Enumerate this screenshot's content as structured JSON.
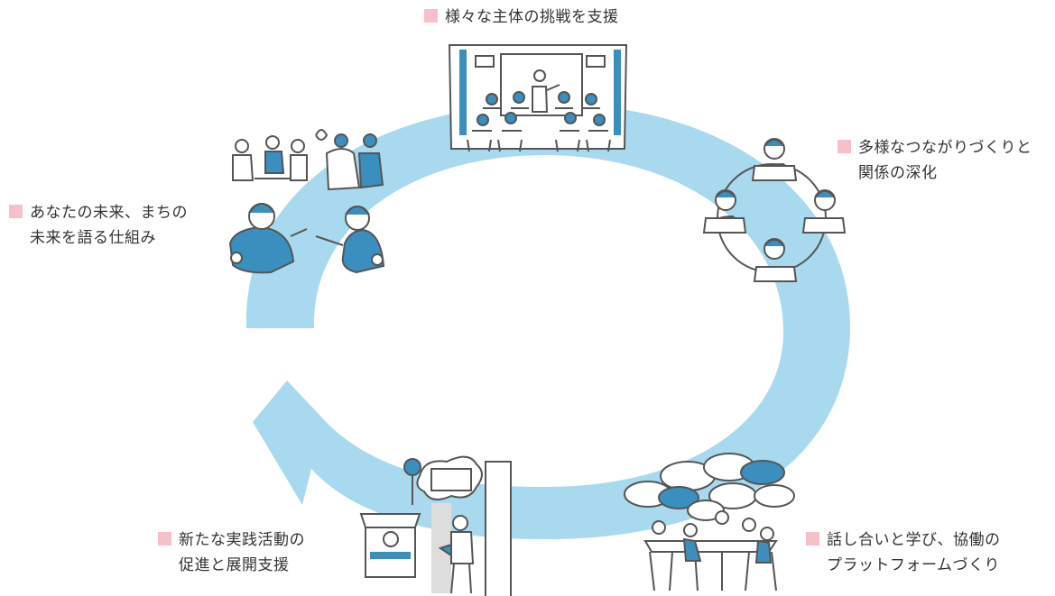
{
  "diagram": {
    "colors": {
      "cycle_arrow": "#a9d9ee",
      "bullet": "#f6c0ca",
      "accent_blue": "#3a8fbf",
      "line": "#555555"
    },
    "labels": {
      "top": {
        "line1": "様々な主体の挑戦を支援"
      },
      "right": {
        "line1": "多様なつながりづくりと",
        "line2": "関係の深化"
      },
      "bottom_right": {
        "line1": "話し合いと学び、協働の",
        "line2": "プラットフォームづくり"
      },
      "bottom_left": {
        "line1": "新たな実践活動の",
        "line2": "促進と展開支援"
      },
      "left": {
        "line1": "あなたの未来、まちの",
        "line2": "未来を語る仕組み"
      }
    },
    "illustrations": {
      "top": "presentation-seminar-illustration",
      "right": "people-network-illustration",
      "bottom_right": "group-discussion-illustration",
      "bottom_left": "event-booth-illustration",
      "left": "conversation-illustration"
    }
  }
}
